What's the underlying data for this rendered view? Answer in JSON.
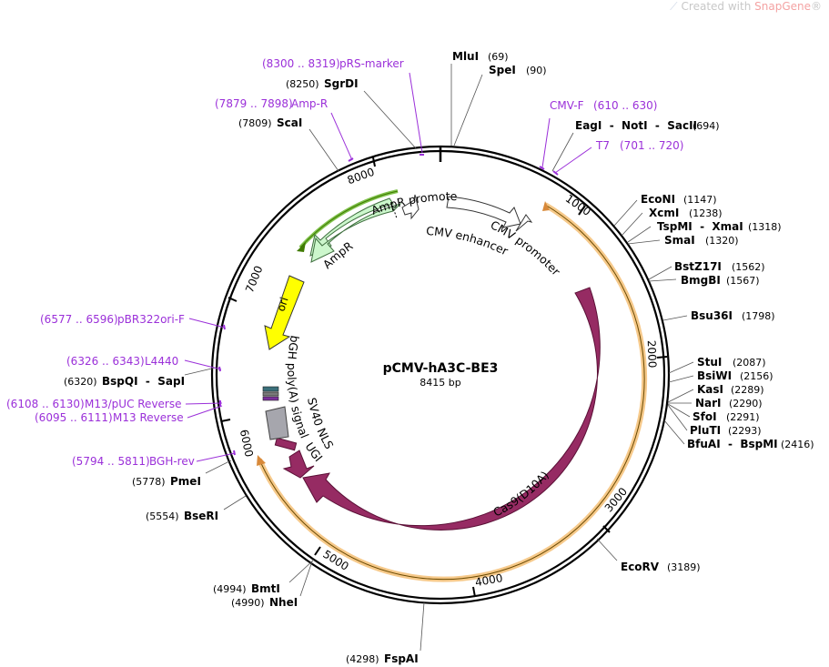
{
  "watermark": {
    "prefix": "Created with ",
    "brand": "SnapGene",
    "reg": "®"
  },
  "plasmid": {
    "name": "pCMV-hA3C-BE3",
    "size": "8415 bp"
  },
  "colors": {
    "primer": "#9b30d9",
    "cas9": "#962b63",
    "ampr": "#ccf7cc",
    "ori": "#ffff00",
    "orange": "#f6a23a",
    "green": "#3f8f00"
  },
  "ticks": [
    "1000",
    "2000",
    "3000",
    "4000",
    "5000",
    "6000",
    "7000",
    "8000"
  ],
  "sites": [
    {
      "name": "MluI",
      "pos": "(69)"
    },
    {
      "name": "SpeI",
      "pos": "(90)"
    },
    {
      "name": "EagI  -  NotI  -  SacII",
      "pos": "(694)"
    },
    {
      "name": "EcoNI",
      "pos": "(1147)"
    },
    {
      "name": "XcmI",
      "pos": "(1238)"
    },
    {
      "name": "TspMI  -  XmaI",
      "pos": "(1318)"
    },
    {
      "name": "SmaI",
      "pos": "(1320)"
    },
    {
      "name": "BstZ17I",
      "pos": "(1562)"
    },
    {
      "name": "BmgBI",
      "pos": "(1567)"
    },
    {
      "name": "Bsu36I",
      "pos": "(1798)"
    },
    {
      "name": "StuI",
      "pos": "(2087)"
    },
    {
      "name": "BsiWI",
      "pos": "(2156)"
    },
    {
      "name": "KasI",
      "pos": "(2289)"
    },
    {
      "name": "NarI",
      "pos": "(2290)"
    },
    {
      "name": "SfoI",
      "pos": "(2291)"
    },
    {
      "name": "PluTI",
      "pos": "(2293)"
    },
    {
      "name": "BfuAI  -  BspMI",
      "pos": "(2416)"
    },
    {
      "name": "EcoRV",
      "pos": "(3189)"
    },
    {
      "name": "FspAI",
      "pos": "(4298)"
    },
    {
      "name": "BmtI",
      "pos": "(4994)"
    },
    {
      "name": "NheI",
      "pos": "(4990)"
    },
    {
      "name": "BseRI",
      "pos": "(5554)"
    },
    {
      "name": "PmeI",
      "pos": "(5778)"
    },
    {
      "name": "BspQI  -  SapI",
      "pos": "(6320)"
    },
    {
      "name": "ScaI",
      "pos": "(7809)"
    },
    {
      "name": "SgrDI",
      "pos": "(8250)"
    }
  ],
  "primers": [
    {
      "range": "(8300 .. 8319)",
      "name": "pRS-marker"
    },
    {
      "range": "(7879 .. 7898)",
      "name": "Amp-R"
    },
    {
      "name": "CMV-F",
      "range": "(610 .. 630)"
    },
    {
      "name": "T7",
      "range": "(701 .. 720)"
    },
    {
      "range": "(6577 .. 6596)",
      "name": "pBR322ori-F"
    },
    {
      "range": "(6326 .. 6343)",
      "name": "L4440"
    },
    {
      "range": "(6108 .. 6130)",
      "name": "M13/pUC Reverse"
    },
    {
      "range": "(6095 .. 6111)",
      "name": "M13 Reverse"
    },
    {
      "range": "(5794 .. 5811)",
      "name": "BGH-rev"
    }
  ],
  "features": {
    "ampr_promoter": "AmpR promoter",
    "ampr": "AmpR",
    "cmv_enhancer": "CMV enhancer",
    "cmv_promoter": "CMV promoter",
    "ori": "ori",
    "bgh": "bGH poly(A) signal",
    "sv40": "SV40 NLS",
    "ugi": "UGI",
    "cas9": "Cas9(D10A)"
  }
}
